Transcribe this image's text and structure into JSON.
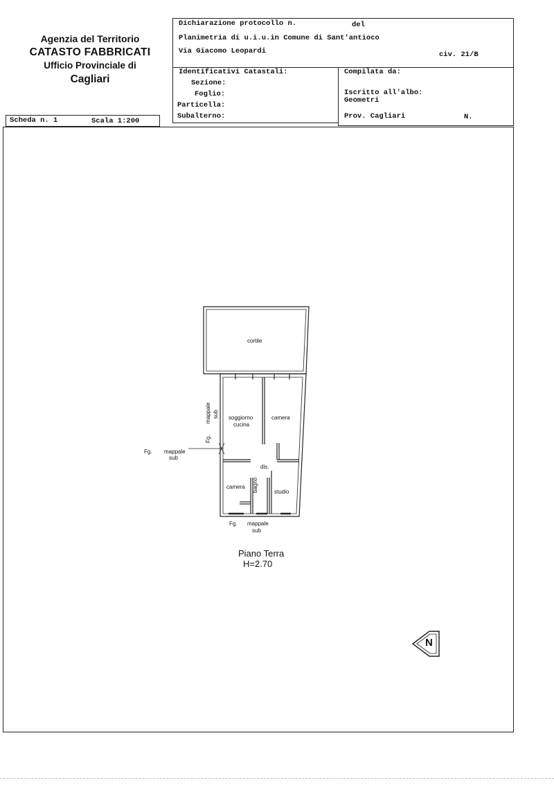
{
  "agency": {
    "line1": "Agenzia del Territorio",
    "line2": "CATASTO FABBRICATI",
    "line3": "Ufficio Provinciale di",
    "line4": "Cagliari"
  },
  "header": {
    "dichiarazione": "Dichiarazione protocollo n.",
    "del": "del",
    "planimetria": "Planimetria di u.i.u.in Comune di Sant'antioco",
    "via": "Via Giacomo Leopardi",
    "civ": "civ. 21/B"
  },
  "identificativi": {
    "title": "Identificativi Catastali:",
    "sezione": "Sezione:",
    "foglio": "Foglio:",
    "particella": "Particella:",
    "subalterno": "Subalterno:"
  },
  "compilata": {
    "title": "Compilata da:",
    "iscritto": "Iscritto all'albo:",
    "geometri": "Geometri",
    "prov": "Prov. Cagliari",
    "n": "N."
  },
  "scheda": {
    "label": "Scheda n. 1",
    "scala": "Scala 1:200"
  },
  "plan": {
    "rooms": {
      "cortile": "cortile",
      "soggiorno": "soggiorno",
      "cucina": "cucina",
      "camera_top": "camera",
      "dis": "dis.",
      "camera_bottom": "camera",
      "bagno": "bagno",
      "studio": "studio"
    },
    "references": {
      "fg_vertical": "Fg.",
      "mappale_vertical": "mappale",
      "sub_vertical": "sub",
      "fg_left": "Fg.",
      "mappale_left": "mappale",
      "sub_left": "sub",
      "fg_bottom": "Fg.",
      "mappale_bottom": "mappale",
      "sub_bottom": "sub"
    },
    "floor": "Piano Terra",
    "height": "H=2.70"
  },
  "north": "N"
}
